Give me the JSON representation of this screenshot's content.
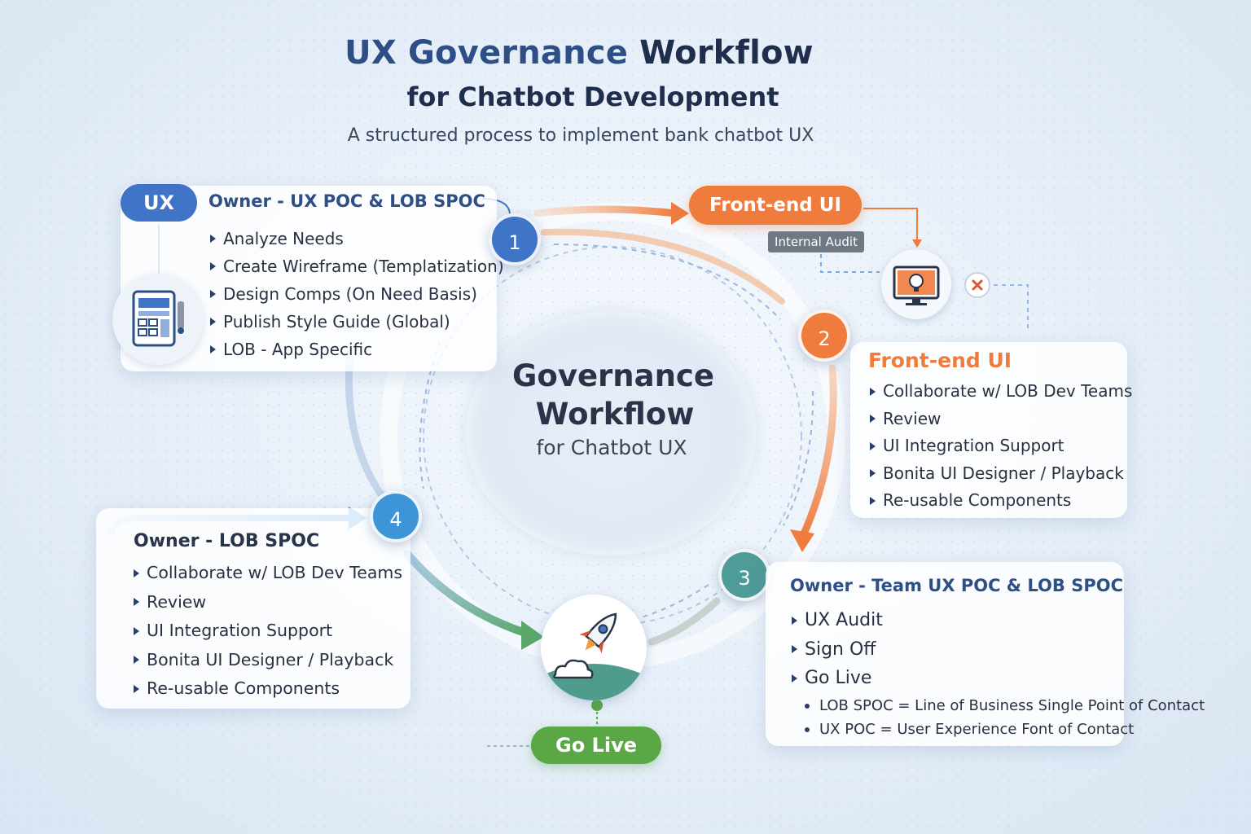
{
  "header": {
    "title_part1": "UX Governance",
    "title_part2": "Workflow",
    "subtitle": "for Chatbot Development",
    "description": "A structured process to implement bank chatbot UX"
  },
  "center": {
    "line1": "Governance",
    "line2": "Workflow",
    "line3": "for Chatbot UX"
  },
  "step_numbers": [
    "1",
    "2",
    "3",
    "4"
  ],
  "ux_card": {
    "badge": "UX",
    "owner": "Owner - UX POC & LOB SPOC",
    "items": [
      "Analyze Needs",
      "Create Wireframe (Templatization)",
      "Design Comps (On Need Basis)",
      "Publish Style Guide (Global)",
      "LOB - App Specific"
    ]
  },
  "frontend_top": {
    "pill": "Front-end UI",
    "tag": "Internal Audit"
  },
  "frontend_card": {
    "title": "Front-end UI",
    "items": [
      "Collaborate w/ LOB Dev Teams",
      "Review",
      "UI Integration Support",
      "Bonita UI Designer / Playback",
      "Re-usable Components"
    ]
  },
  "lob_card": {
    "owner": "Owner - LOB SPOC",
    "items": [
      "Collaborate w/ LOB Dev Teams",
      "Review",
      "UI Integration Support",
      "Bonita UI Designer / Playback",
      "Re-usable Components"
    ]
  },
  "team_card": {
    "owner": "Owner - Team UX POC & LOB SPOC",
    "items": [
      "UX Audit",
      "Sign Off",
      "Go Live"
    ],
    "definitions": [
      "LOB SPOC = Line of Business Single Point of Contact",
      "UX POC = User Experience Font of Contact"
    ]
  },
  "go_live_pill": "Go Live",
  "colors": {
    "blue": "#3f74c6",
    "orange": "#ef7b3c",
    "teal": "#4f9b98",
    "light_blue": "#3d94d6",
    "green": "#5aa746",
    "navy_title": "#2e4f86"
  },
  "icons": [
    "calculator-icon",
    "monitor-bulb-icon",
    "close-icon",
    "rocket-icon",
    "cloud-icon"
  ]
}
